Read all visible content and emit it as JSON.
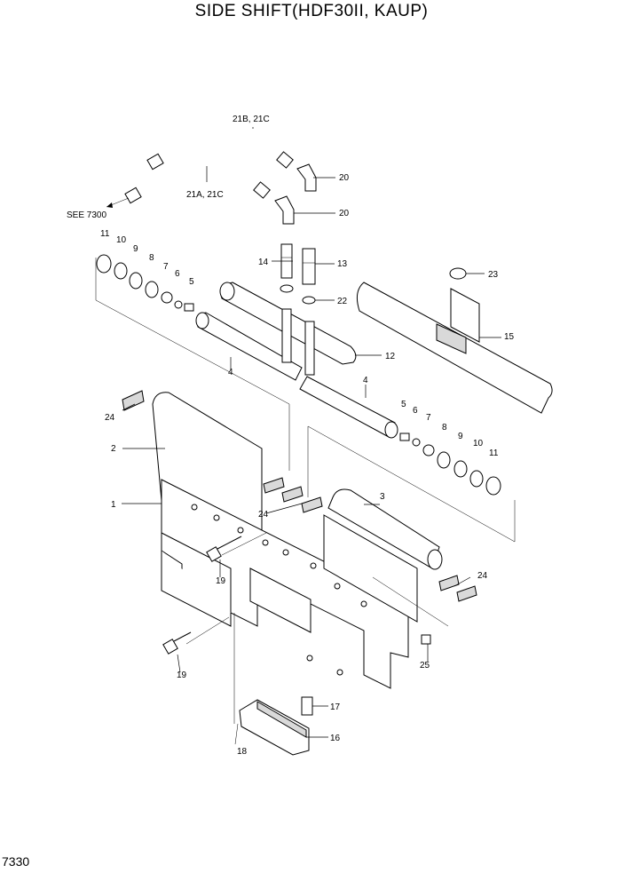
{
  "title": "SIDE SHIFT(HDF30II, KAUP)",
  "page_number": "7330",
  "see_reference": "SEE 7300",
  "labels": {
    "hose_upper": "21B, 21C",
    "hose_lower": "21A, 21C",
    "p1": "1",
    "p2": "2",
    "p3": "3",
    "p4a": "4",
    "p4b": "4",
    "p5a": "5",
    "p5b": "5",
    "p6a": "6",
    "p6b": "6",
    "p7a": "7",
    "p7b": "7",
    "p8a": "8",
    "p8b": "8",
    "p9a": "9",
    "p9b": "9",
    "p10a": "10",
    "p10b": "10",
    "p11a": "11",
    "p11b": "11",
    "p12": "12",
    "p13": "13",
    "p14": "14",
    "p15": "15",
    "p16": "16",
    "p17": "17",
    "p18": "18",
    "p19a": "19",
    "p19b": "19",
    "p20a": "20",
    "p20b": "20",
    "p22": "22",
    "p23": "23",
    "p24a": "24",
    "p24b": "24",
    "p24c": "24",
    "p25": "25"
  }
}
